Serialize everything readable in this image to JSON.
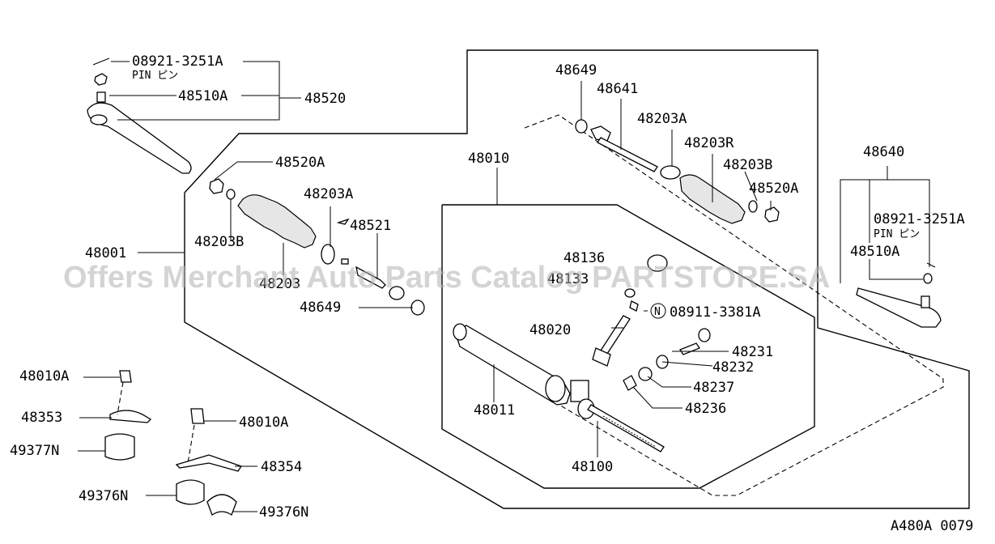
{
  "watermark": "Offers Merchant Auto Parts Catalog PARTSTORE.SA",
  "drawing_code": "A480A 0079",
  "labels": {
    "p08921_left": "08921-3251A",
    "pin_left": "PIN ピン",
    "p48510A_left": "48510A",
    "p48520": "48520",
    "p48520A_left": "48520A",
    "p48203A_left": "48203A",
    "p48521": "48521",
    "p48001": "48001",
    "p48203B_left": "48203B",
    "p48203_left": "48203",
    "p48649_left": "48649",
    "p48649_top": "48649",
    "p48641": "48641",
    "p48203A_right": "48203A",
    "p48203R": "48203R",
    "p48203B_right": "48203B",
    "p48520A_right": "48520A",
    "p48010": "48010",
    "p48640": "48640",
    "p08921_right": "08921-3251A",
    "pin_right": "PIN ピン",
    "p48510A_right": "48510A",
    "p48136": "48136",
    "p48133": "48133",
    "n_badge": "N",
    "p08911": "08911-3381A",
    "p48020": "48020",
    "p48231": "48231",
    "p48232": "48232",
    "p48237": "48237",
    "p48236": "48236",
    "p48011": "48011",
    "p48100": "48100",
    "p48010A_1": "48010A",
    "p48353": "48353",
    "p49377N": "49377N",
    "p48010A_2": "48010A",
    "p48354": "48354",
    "p49376N_1": "49376N",
    "p49376N_2": "49376N"
  }
}
